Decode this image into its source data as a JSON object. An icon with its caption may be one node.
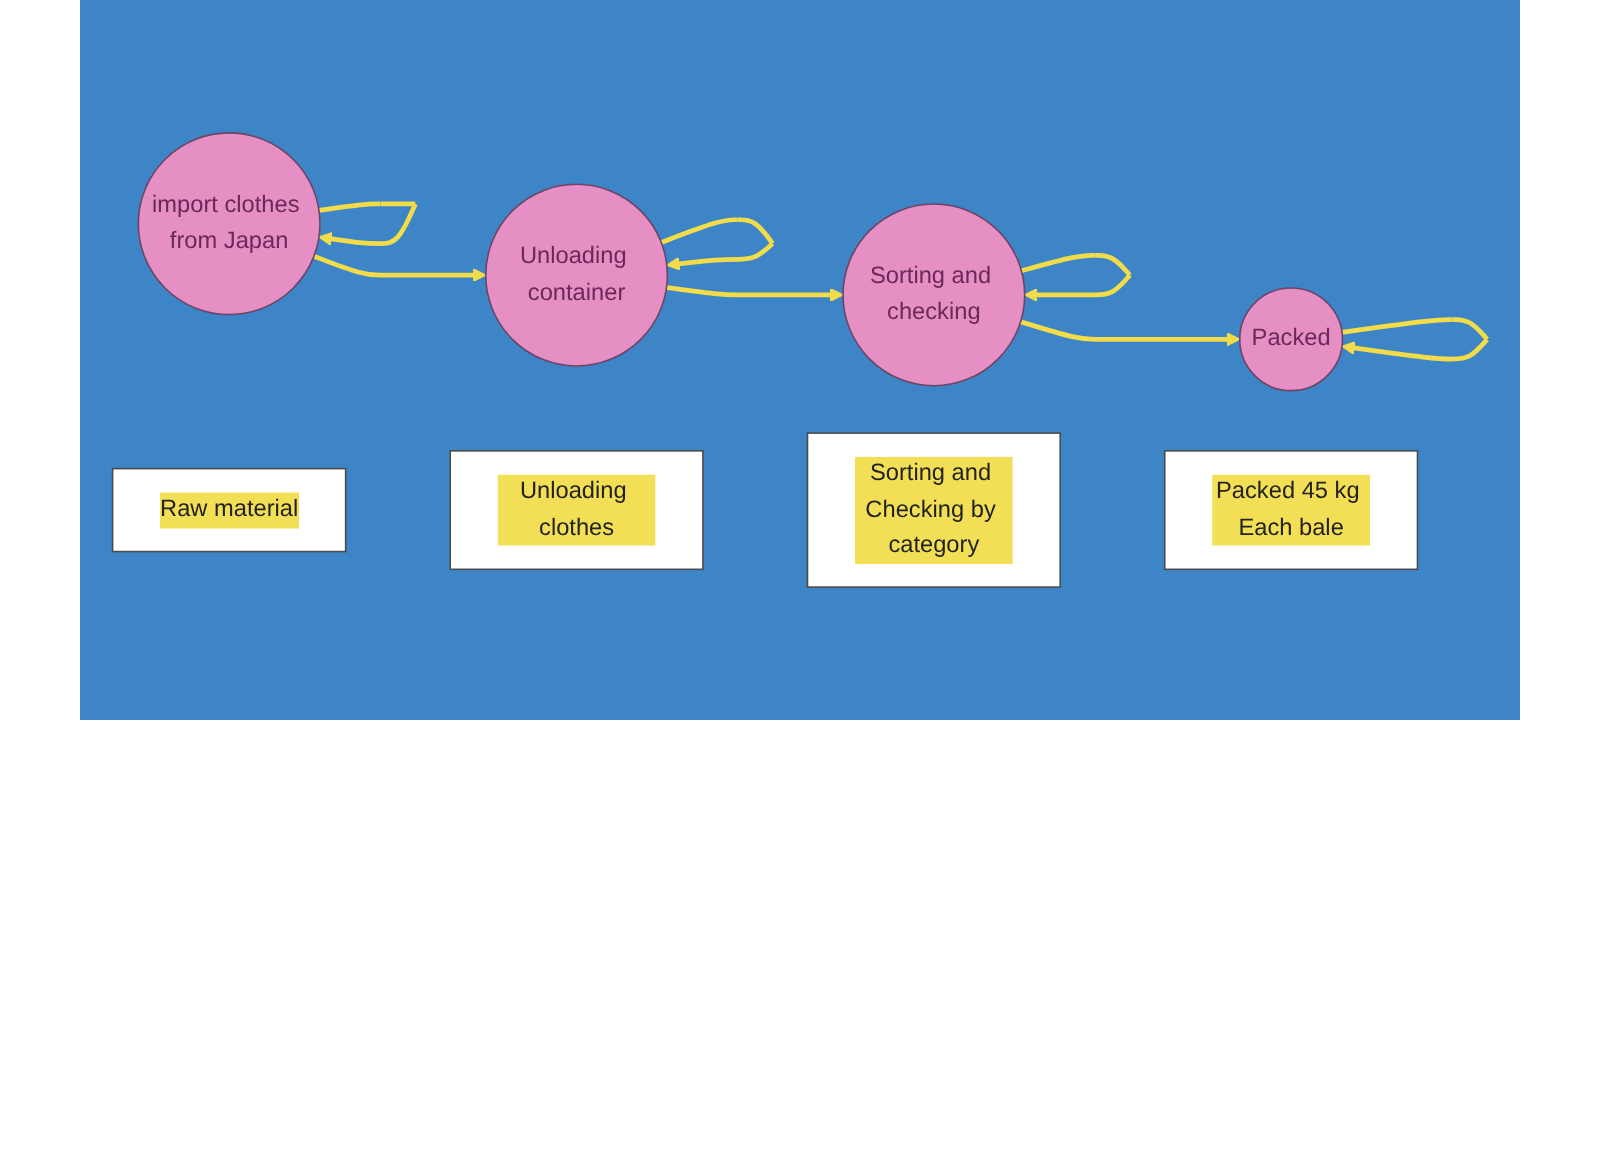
{
  "diagram": {
    "nodes": [
      {
        "text": [
          "import clothes from Japan"
        ]
      },
      {
        "text": [
          "Unloading container"
        ]
      },
      {
        "text": [
          "Sorting and checking"
        ]
      },
      {
        "text": [
          "Packed"
        ]
      },
      {
        "text": [
          "Raw material"
        ]
      },
      {
        "text": [
          "Unloading clothes"
        ]
      },
      {
        "text": [
          "Sorting and Checking by category"
        ]
      },
      {
        "text": [
          "Packed 45 kg Each bale"
        ]
      }
    ],
    "edges": [
      {
        "from": 0,
        "to": 0,
        "arrow": "to"
      },
      {
        "from": 0,
        "to": 1,
        "arrow": "to"
      },
      {
        "from": 1,
        "to": 1,
        "arrow": "to"
      },
      {
        "from": 1,
        "to": 2,
        "arrow": "to"
      },
      {
        "from": 2,
        "to": 2,
        "arrow": "to"
      },
      {
        "from": 2,
        "to": 3,
        "arrow": "to"
      },
      {
        "from": 3,
        "to": 3,
        "arrow": "to"
      }
    ]
  }
}
